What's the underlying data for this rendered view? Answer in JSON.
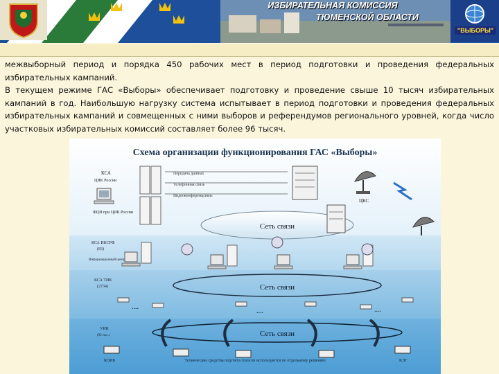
{
  "header": {
    "title_line1": "ИЗБИРАТЕЛЬНАЯ КОМИССИЯ",
    "title_line2": "ТЮМЕНСКОЙ ОБЛАСТИ",
    "logo_right_text": "\"ВЫБОРЫ\""
  },
  "body": {
    "paragraph1": "межвыборный период и порядка 450 рабочих мест в период подготовки и проведения федеральных избирательных кампаний.",
    "paragraph2": "В текущем режиме ГАС «Выборы» обеспечивает подготовку и проведение свыше 10 тысяч избирательных кампаний в год. Наибольшую нагрузку система испытывает в период подготовки и проведения федеральных избирательных кампаний и совмещенных с ними выборов и референдумов регионального уровней, когда число участковых избирательных комиссий составляет более 96 тысяч."
  },
  "diagram": {
    "title": "Схема организации функционирования ГАС «Выборы»",
    "ksa_label": "КСА",
    "cik_label": "ЦИК России",
    "fcin_label": "ФЦИ при ЦИК России",
    "services": [
      "Передача данных",
      "Телефонная связь",
      "Видеоконференцсвязь"
    ],
    "cks_label": "ЦКС",
    "network_label": "Сеть связи",
    "ksa_ikstrf": "КСА ИКСРФ",
    "ksa_ikstrf_count": "(83)",
    "info_center": "Информационный центр",
    "ksa_tik": "КСА ТИК",
    "ksa_tik_count": "(2734)",
    "uik": "УИК",
    "uik_count": "(95 тыс.)",
    "koib": "КОИБ",
    "keg": "КЭГ",
    "dots": "....",
    "footnote": "Технические средства подсчета голосов используются по отдельному решению"
  },
  "colors": {
    "banner_blue": "#1d4f9a",
    "page_bg": "#fbf5dc",
    "diagram_band_light": "#dcecf7",
    "diagram_band_mid": "#9ecbe6",
    "diagram_band_dark": "#5aa5d6"
  }
}
